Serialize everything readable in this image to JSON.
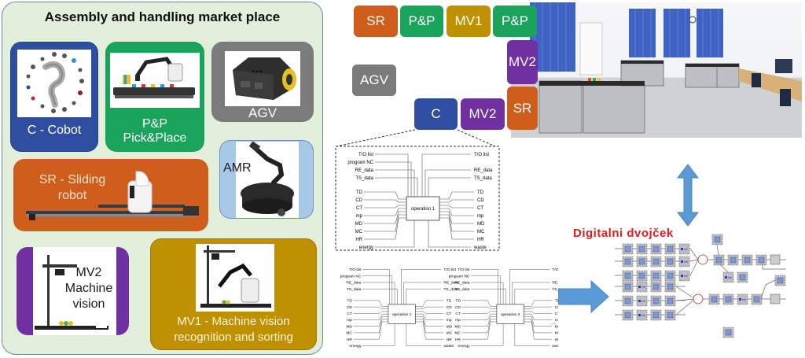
{
  "market": {
    "title": "Assembly and handling market place",
    "cards": {
      "cobot": {
        "label": "C - Cobot",
        "color": "#2f4ea0"
      },
      "pp": {
        "label_line1": "P&P",
        "label_line2": "Pick&Place",
        "color": "#1aa35a"
      },
      "agv": {
        "label": "AGV",
        "color": "#7b7b7b"
      },
      "amr": {
        "label": "AMR",
        "color": "#a7c8e6"
      },
      "sr": {
        "label_line1": "SR - Sliding",
        "label_line2": "robot",
        "color": "#cf5d1b"
      },
      "mv2": {
        "label_line1": "MV2",
        "label_line2": "Machine",
        "label_line3": "vision",
        "color": "#7030a0"
      },
      "mv1": {
        "label_line1": "MV1 - Machine vision",
        "label_line2": "recognition and sorting",
        "color": "#bf9000"
      }
    }
  },
  "layout_tiles": {
    "top_row": [
      "SR",
      "P&P",
      "MV1",
      "P&P"
    ],
    "right_col": [
      "MV2",
      "SR"
    ],
    "agv": "AGV",
    "bottom_row": [
      "C",
      "MV2"
    ]
  },
  "operation_detail": {
    "name": "operation 1",
    "inputs_top": [
      "T/O list",
      "program NC",
      "RE_data",
      "TS_data"
    ],
    "outputs_top": [
      "T/O list",
      "RE_data",
      "TS_data"
    ],
    "inputs_left": [
      "TD",
      "CD",
      "CT",
      "mp",
      "MD",
      "MC",
      "HR"
    ],
    "outputs_right": [
      "TD",
      "CD",
      "CT",
      "mp",
      "MD",
      "MC",
      "HR"
    ],
    "energy": "energy",
    "waste": "waste"
  },
  "operation_chain": {
    "operations": [
      "operation 1",
      "operation 2"
    ],
    "link_label": "mp",
    "ellipsis": "..."
  },
  "digital_twin": {
    "title": "Digitalni dvojček",
    "title_color": "#e02020",
    "arrow_color": "#5b9bd5"
  }
}
